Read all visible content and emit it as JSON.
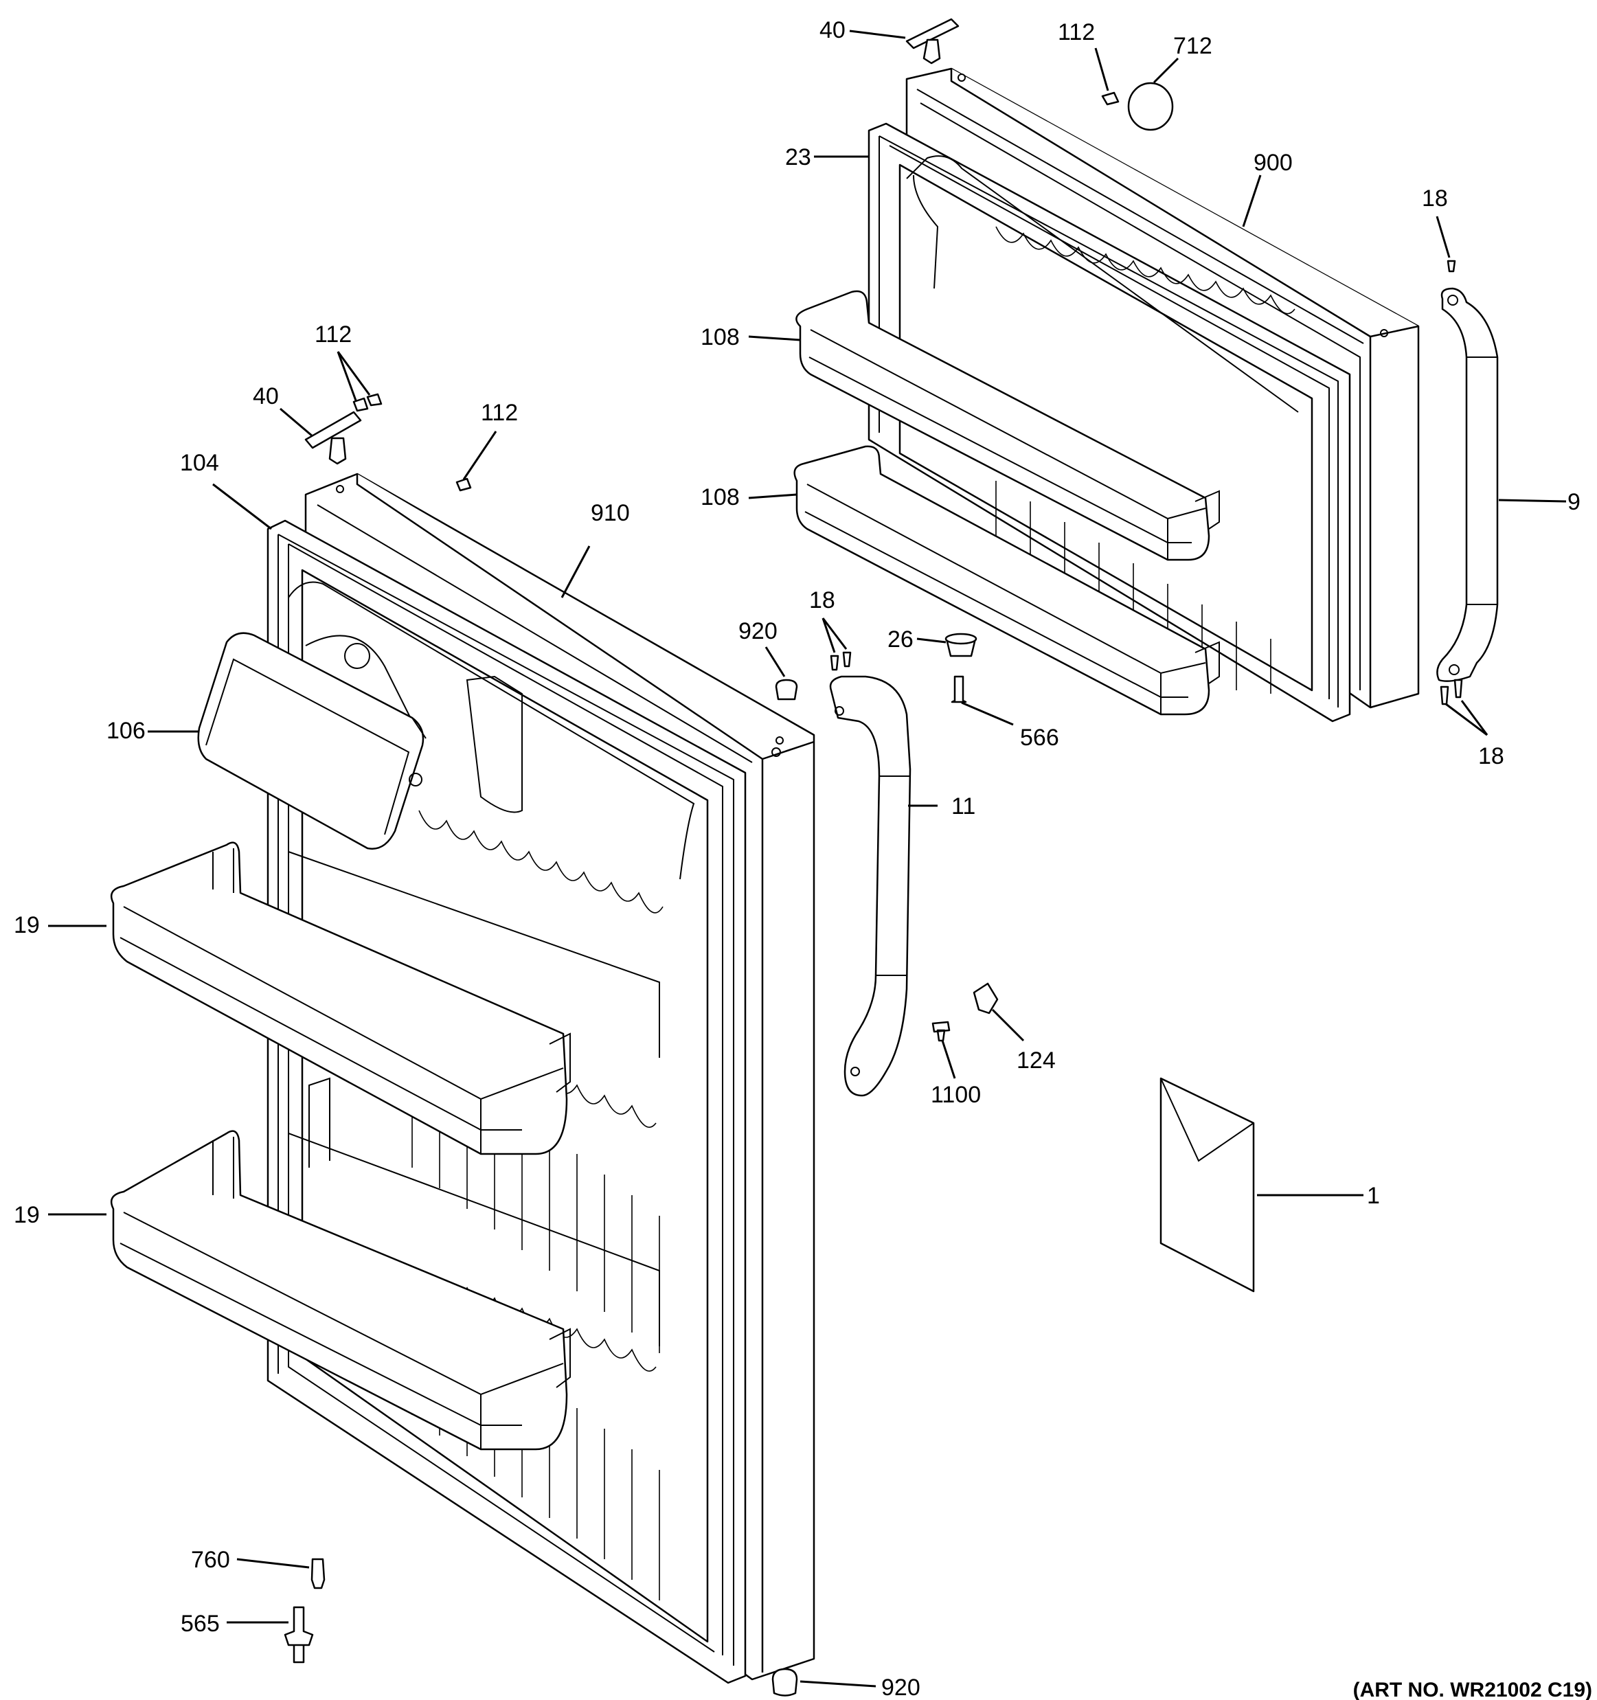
{
  "callouts": {
    "c40a": "40",
    "c112a": "112",
    "c712": "712",
    "c23": "23",
    "c900": "900",
    "c18a": "18",
    "c108a": "108",
    "c108b": "108",
    "c9": "9",
    "c112b": "112",
    "c40b": "40",
    "c112c": "112",
    "c104": "104",
    "c910": "910",
    "c920a": "920",
    "c18b": "18",
    "c26": "26",
    "c566": "566",
    "c18c": "18",
    "c106": "106",
    "c11": "11",
    "c19a": "19",
    "c19b": "19",
    "c124": "124",
    "c1100": "1100",
    "c1": "1",
    "c760": "760",
    "c565": "565",
    "c920b": "920"
  },
  "art_number": "(ART NO. WR21002 C19)"
}
